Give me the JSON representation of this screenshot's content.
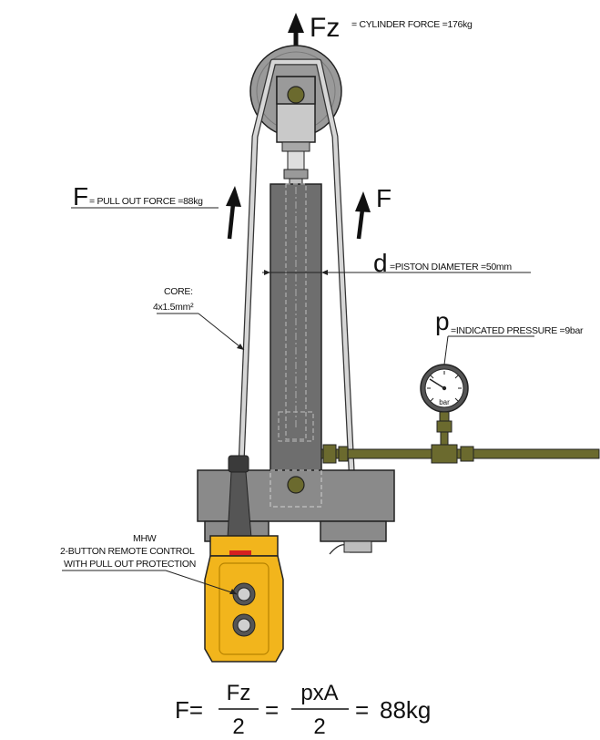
{
  "labels": {
    "fz_symbol": "Fz",
    "fz_text": "= CYLINDER FORCE =176kg",
    "f_symbol": "F",
    "f_text": "= PULL OUT FORCE =88kg",
    "f_right_symbol": "F",
    "d_symbol": "d",
    "d_text": "=PISTON DIAMETER =50mm",
    "core_line1": "CORE:",
    "core_line2": "4x1.5mm²",
    "p_symbol": "p",
    "p_text": "=INDICATED PRESSURE =9bar",
    "gauge_unit": "bar",
    "remote_line1": "MHW",
    "remote_line2": "2-BUTTON REMOTE CONTROL",
    "remote_line3": "WITH PULL OUT PROTECTION"
  },
  "formula": {
    "lhs": "F=",
    "frac1_num": "Fz",
    "frac1_den": "2",
    "eq1": "=",
    "frac2_num": "pxA",
    "frac2_den": "2",
    "eq2": "=",
    "result": "88kg"
  },
  "colors": {
    "pulley": "#9a9a9a",
    "cylinder": "#6e6e6e",
    "base": "#8a8a8a",
    "rope": "#cfcfcf",
    "brass": "#6b6a2e",
    "remote": "#f2b51c",
    "outline": "#222222"
  }
}
